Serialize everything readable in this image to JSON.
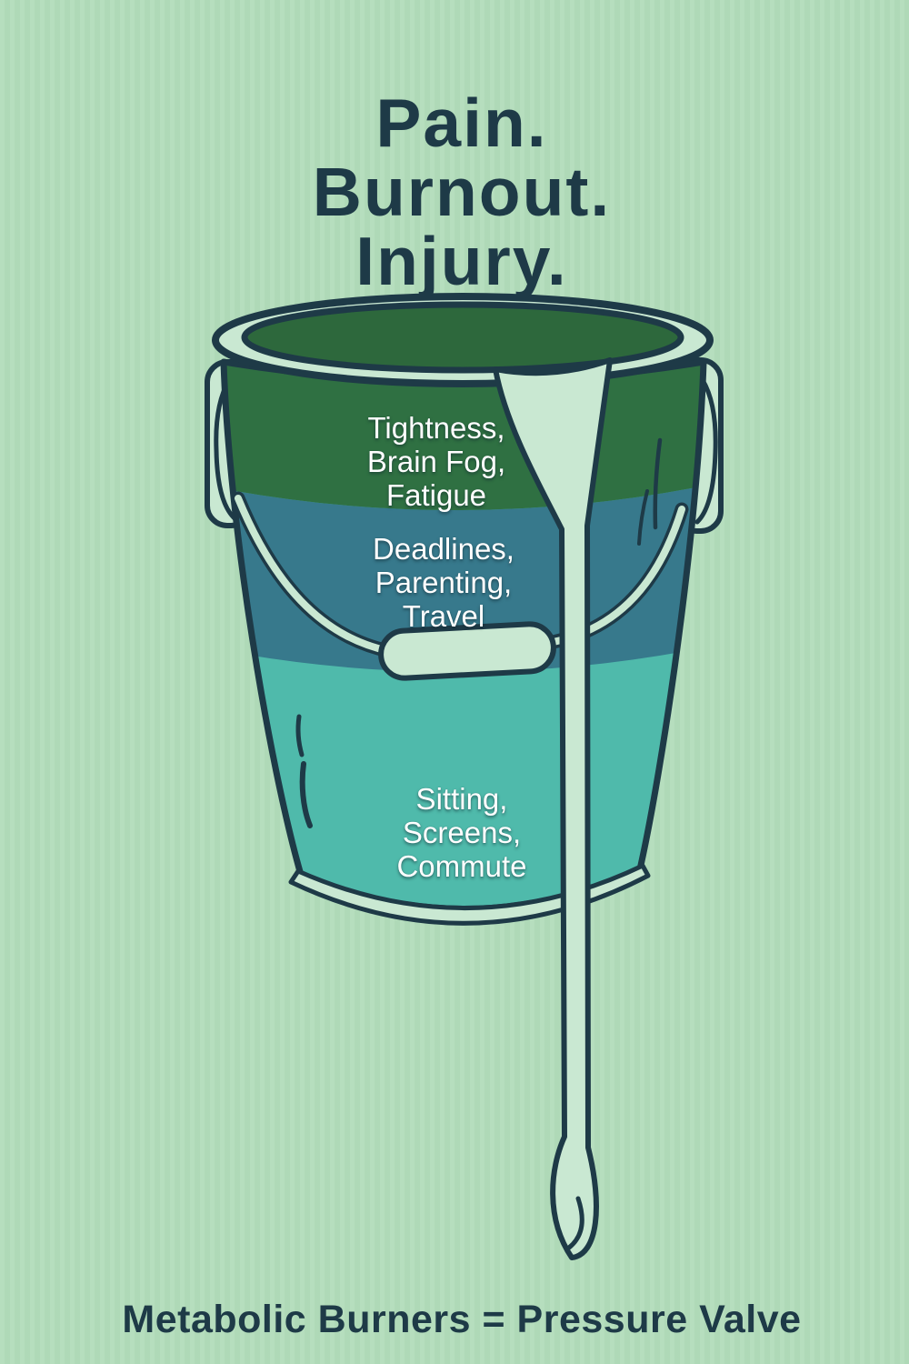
{
  "title": {
    "lines": [
      "Pain.",
      "Burnout.",
      "Injury."
    ]
  },
  "bucket_labels": [
    {
      "id": "top-layer-label",
      "text": "Tightness,\nBrain Fog,\nFatigue"
    },
    {
      "id": "middle-layer-label",
      "text": "Deadlines,\nParenting,\nTravel"
    },
    {
      "id": "bottom-layer-label",
      "text": "Sitting,\nScreens,\nCommute"
    }
  ],
  "caption": "Metabolic Burners = Pressure Valve",
  "colors": {
    "bg": "#b2dcba",
    "ink": "#1e3a47",
    "mint": "#c9e8d2",
    "green": "#2f7042",
    "green-deep": "#2d683c",
    "teal": "#37798c",
    "cyan": "#4fbaab",
    "label": "#ffffff"
  }
}
